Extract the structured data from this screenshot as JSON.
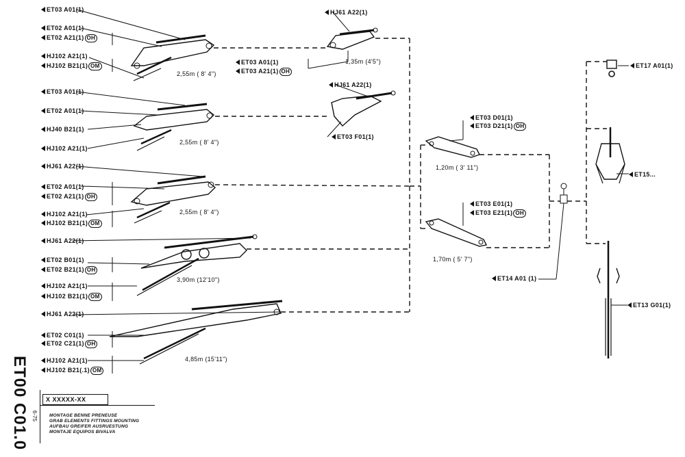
{
  "labels": {
    "a_et03_a01": "ET03 A01(1)",
    "a_et02_a01": "ET02 A01(1)",
    "a_et02_a21": "ET02 A21(1)",
    "a_hj102_a21": "HJ102 A21(1)",
    "a_hj102_b21": "HJ102 B21(1)",
    "b_et03_a01": "ET03 A01(1)",
    "b_et02_a01": "ET02 A01(1)",
    "b_hj40_b21": "HJ40 B21(1)",
    "b_hj102_a21": "HJ102 A21(1)",
    "c_hj61_a22": "HJ61 A22(1)",
    "c_et02_a01": "ET02 A01(1)",
    "c_et02_a21": "ET02 A21(1)",
    "c_hj102_a21": "HJ102 A21(1)",
    "c_hj102_b21": "HJ102 B21(1)",
    "d_hj61_a22": "HJ61 A22(1)",
    "d_et02_b01": "ET02 B01(1)",
    "d_et02_b21": "ET02 B21(1)",
    "d_hj102_a21": "HJ102 A21(1)",
    "d_hj102_b21": "HJ102 B21(1)",
    "e_hj61_a22": "HJ61 A22(1)",
    "e_et02_c01": "ET02 C01(1)",
    "e_et02_c21": "ET02 C21(1)",
    "e_hj102_a21": "HJ102 A21(1)",
    "e_hj102_b21": "HJ102 B21(.1)",
    "m_hj61_a22_top": "HJ61 A22(1)",
    "m_et03_a01": "ET03 A01(1)",
    "m_et03_a21": "ET03 A21(1)",
    "m_hj61_a22_mid": "HJ61 A22(1)",
    "m_et03_f01": "ET03 F01(1)",
    "r_et03_d01": "ET03 D01(1)",
    "r_et03_d21": "ET03 D21(1)",
    "r_et03_e01": "ET03 E01(1)",
    "r_et03_e21": "ET03 E21(1)",
    "r_et14_a01": "ET14 A01 (1)",
    "f_et17_a01": "ET17 A01(1)",
    "f_et15": "ET15...",
    "f_et13_g01": "ET13 G01(1)",
    "oh": "OH",
    "om": "OM"
  },
  "dimensions": {
    "arm_a": "2,55m ( 8' 4\")",
    "arm_b": "2,55m ( 8' 4\")",
    "arm_c": "2,55m ( 8' 4\")",
    "arm_d": "3,90m (12'10\")",
    "arm_e": "4,85m (15'11\")",
    "ext_top": "1,35m (4'5\")",
    "link_short": "1,20m ( 3' 11\")",
    "link_long": "1,70m ( 5' 7\")"
  },
  "title_block": {
    "sheet_code": "ET00 C01.0",
    "date_code": "6-75",
    "ref": "X XXXXX-XX",
    "fr": "MONTAGE BENNE PRENEUSE",
    "en": "GRAB ELEMENTS FITTINGS MOUNTING",
    "de": "AUFBAU GREIFER AUSRUESTUNG",
    "es": "MONTAJE EQUIPOS BIVALVA"
  }
}
